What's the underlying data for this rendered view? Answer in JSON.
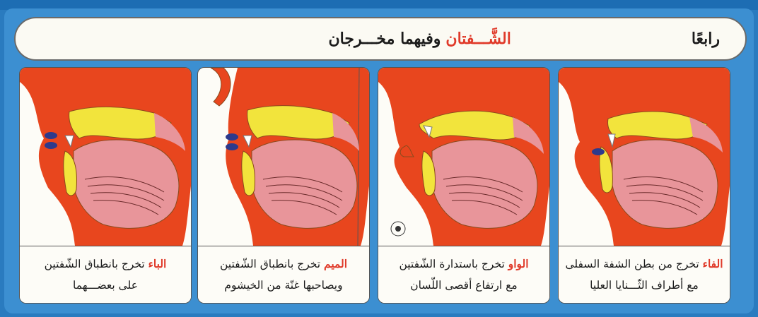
{
  "header": {
    "ordinal": "رابعًا",
    "title_highlight": "الشَّـــفتان",
    "title_rest": "وفيهما مخـــرجان"
  },
  "panels": [
    {
      "letter": "الفاء",
      "line1_rest": "تخرج من بطن الشفة السفلى",
      "line2": "مع أطراف الثّـــنايا العليا"
    },
    {
      "letter": "الواو",
      "line1_rest": "تخرج باستدارة الشّفتين",
      "line2": "مع ارتفاع أقصى اللّسان"
    },
    {
      "letter": "الميم",
      "line1_rest": "تخرج بانطباق الشّفتين",
      "line2": "ويصاحبها غنّة من الخيشوم"
    },
    {
      "letter": "الباء",
      "line1_rest": "تخرج بانطباق الشّفتين",
      "line2": "على بعضـــهما"
    }
  ],
  "colors": {
    "tissue": "#e8461e",
    "tongue": "#e8959a",
    "palate": "#f2e43c",
    "lip_contact": "#2d3a8c",
    "highlight": "#e03a2a"
  }
}
